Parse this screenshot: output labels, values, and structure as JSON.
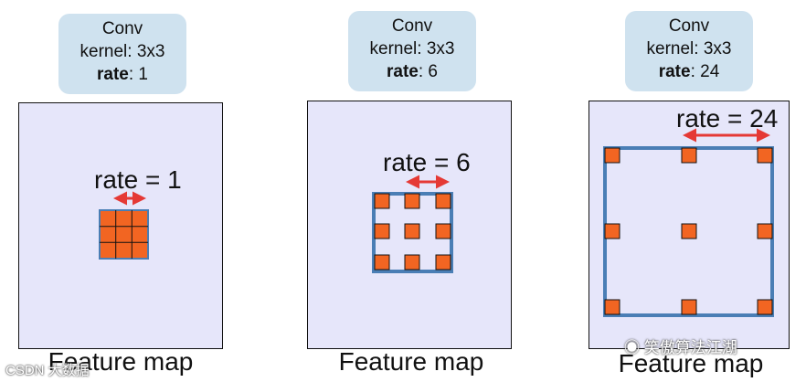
{
  "panels": [
    {
      "conv_title": "Conv",
      "kernel_text": "kernel: 3x3",
      "rate_key": "rate",
      "rate_value": ": 1",
      "rate_label": "rate = 1",
      "caption": "Feature map"
    },
    {
      "conv_title": "Conv",
      "kernel_text": "kernel: 3x3",
      "rate_key": "rate",
      "rate_value": ": 6",
      "rate_label": "rate = 6",
      "caption": "Feature map"
    },
    {
      "conv_title": "Conv",
      "kernel_text": "kernel: 3x3",
      "rate_key": "rate",
      "rate_value": ": 24",
      "rate_label": "rate = 24",
      "caption": "Feature map"
    }
  ],
  "watermarks": {
    "left": "CSDN 大数据",
    "right": "笑傲算法江湖"
  },
  "colors": {
    "label_box": "#cfe2ef",
    "feature_map": "#e6e6fa",
    "kernel_cell": "#f26522",
    "kernel_border": "#4a7eb5",
    "arrow": "#e53935"
  }
}
